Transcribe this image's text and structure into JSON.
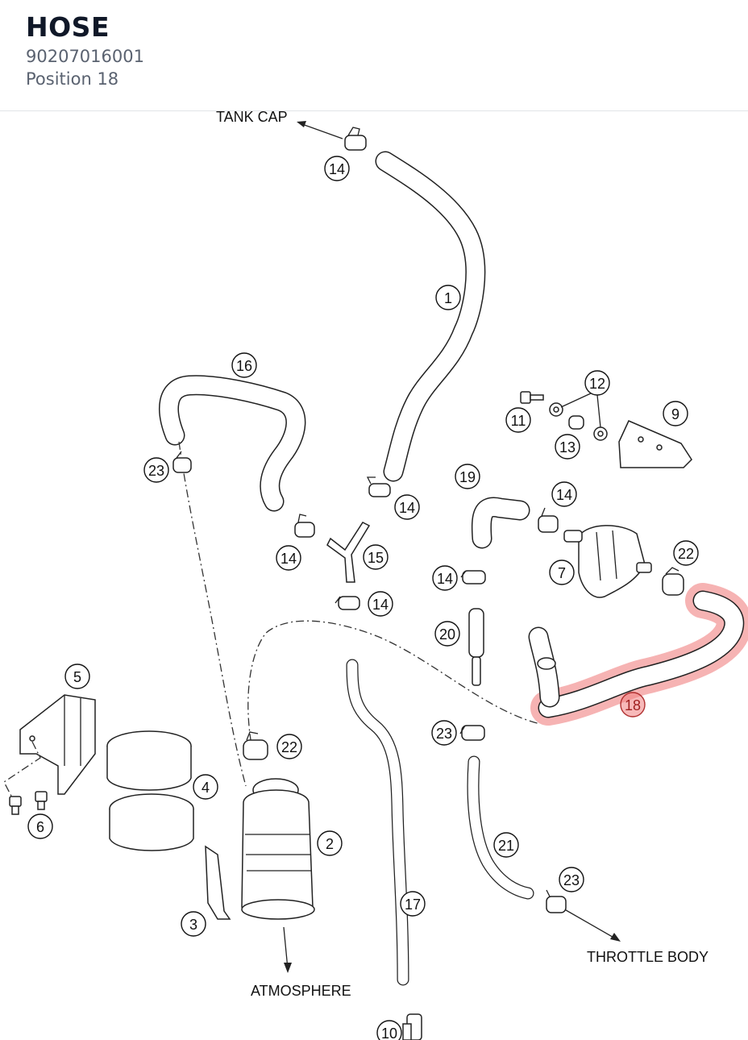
{
  "header": {
    "title": "HOSE",
    "part_number": "90207016001",
    "position": "Position 18"
  },
  "diagram": {
    "labels": {
      "tank_cap": "TANK CAP",
      "atmosphere": "ATMOSPHERE",
      "throttle_body": "THROTTLE BODY"
    },
    "highlight": {
      "position": "18",
      "color": "#f08080"
    },
    "callouts": [
      {
        "id": "c14a",
        "num": "14"
      },
      {
        "id": "c1",
        "num": "1"
      },
      {
        "id": "c16",
        "num": "16"
      },
      {
        "id": "c12",
        "num": "12"
      },
      {
        "id": "c11",
        "num": "11"
      },
      {
        "id": "c9",
        "num": "9"
      },
      {
        "id": "c13",
        "num": "13"
      },
      {
        "id": "c23a",
        "num": "23"
      },
      {
        "id": "c19",
        "num": "19"
      },
      {
        "id": "c14b",
        "num": "14"
      },
      {
        "id": "c14c",
        "num": "14"
      },
      {
        "id": "c14d",
        "num": "14"
      },
      {
        "id": "c15",
        "num": "15"
      },
      {
        "id": "c22a",
        "num": "22"
      },
      {
        "id": "c7",
        "num": "7"
      },
      {
        "id": "c14e",
        "num": "14"
      },
      {
        "id": "c14f",
        "num": "14"
      },
      {
        "id": "c20",
        "num": "20"
      },
      {
        "id": "c18",
        "num": "18"
      },
      {
        "id": "c5",
        "num": "5"
      },
      {
        "id": "c23b",
        "num": "23"
      },
      {
        "id": "c22b",
        "num": "22"
      },
      {
        "id": "c4",
        "num": "4"
      },
      {
        "id": "c6",
        "num": "6"
      },
      {
        "id": "c2",
        "num": "2"
      },
      {
        "id": "c21",
        "num": "21"
      },
      {
        "id": "c23c",
        "num": "23"
      },
      {
        "id": "c17",
        "num": "17"
      },
      {
        "id": "c3",
        "num": "3"
      },
      {
        "id": "c10",
        "num": "10"
      }
    ]
  }
}
